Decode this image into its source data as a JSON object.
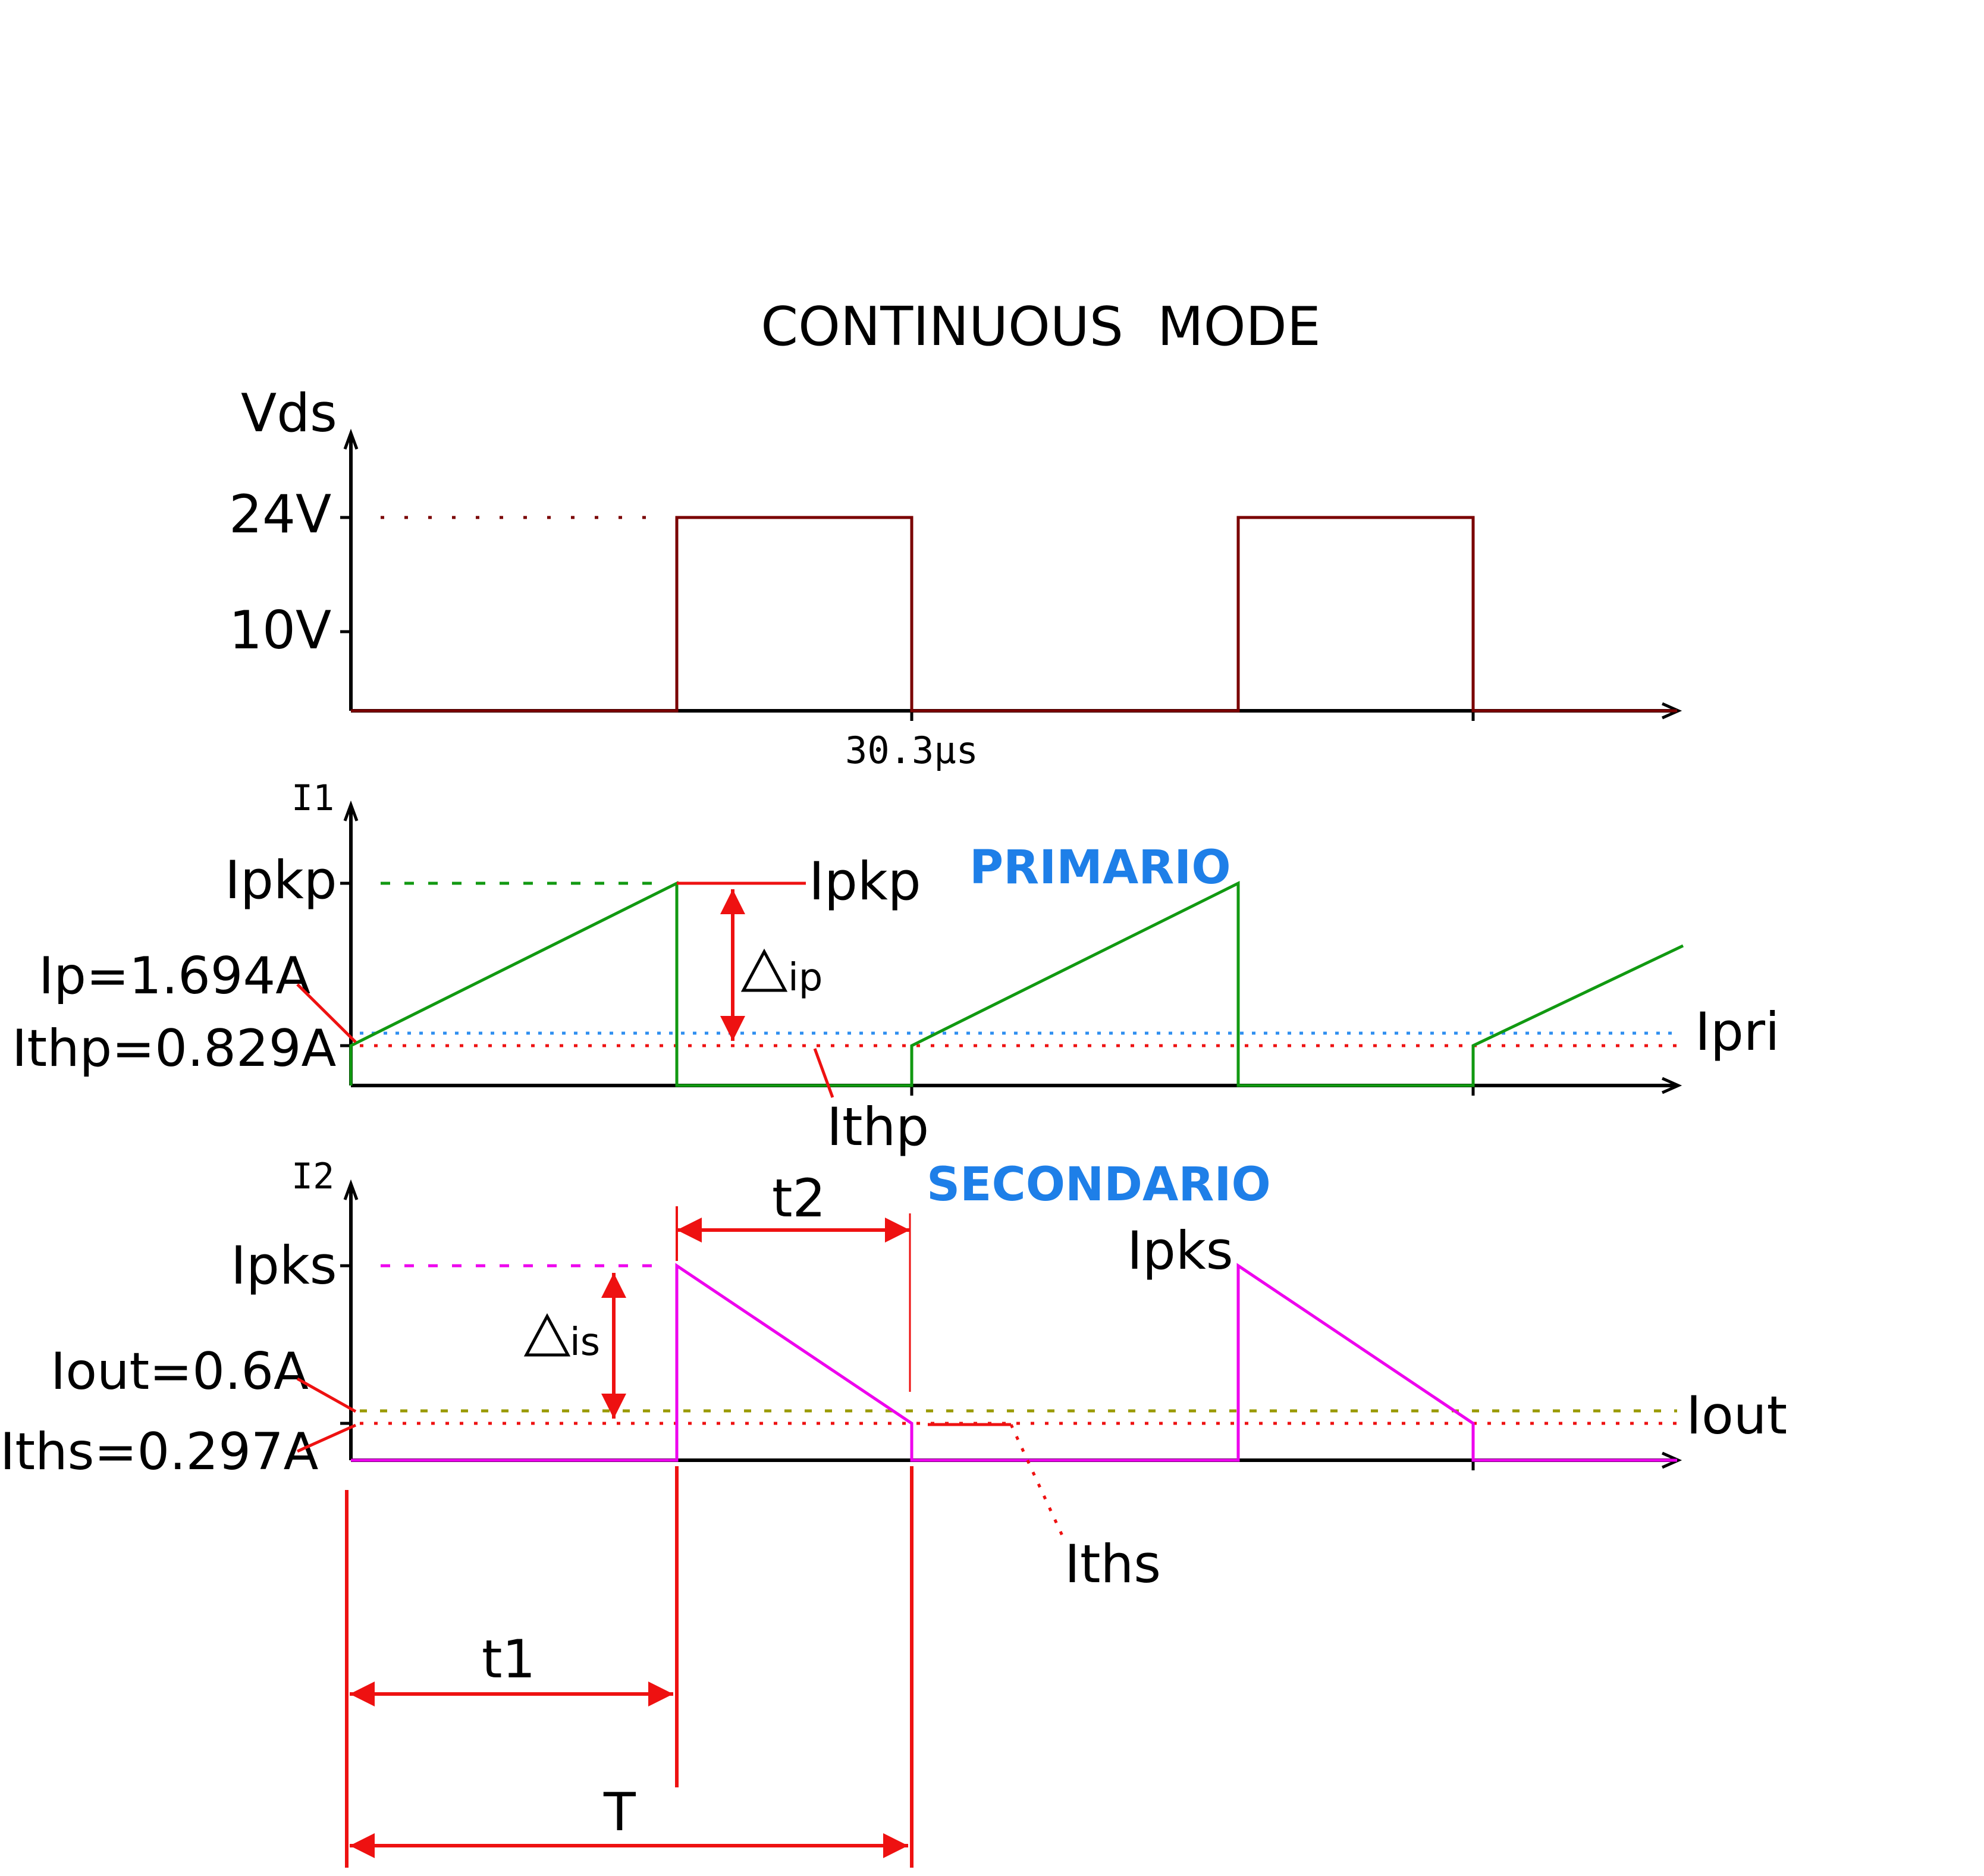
{
  "title": "CONTINUOUS  MODE",
  "colors": {
    "axis": "#000000",
    "vds": "#7a0000",
    "primary": "#119911",
    "secondary": "#ee00ee",
    "annotation": "#ee1111",
    "blue_label": "#1e7fe8",
    "iout_line": "#9a9a00",
    "ipri_line": "#2f8ff0"
  },
  "vds_panel": {
    "axis_label": "Vds",
    "level_24": "24V",
    "level_10": "10V",
    "time_mark": "30.3µs"
  },
  "primary_panel": {
    "axis_label": "I1",
    "ipkp_left": "Ipkp",
    "ipkp_right": "Ipkp",
    "ip_value": "Ip=1.694A",
    "ithp_value": "Ithp=0.829A",
    "delta_label": "ip",
    "section_label": "PRIMARIO",
    "ipri_label": "Ipri",
    "ithp_callout": "Ithp"
  },
  "secondary_panel": {
    "axis_label": "I2",
    "ipks_left": "Ipks",
    "ipks_right": "Ipks",
    "iout_value": "Iout=0.6A",
    "iths_value": "Iths=0.297A",
    "delta_label": "is",
    "section_label": "SECONDARIO",
    "t2_label": "t2",
    "iout_label": "Iout",
    "iths_callout": "Iths"
  },
  "timing": {
    "t1_label": "t1",
    "period_label": "T"
  }
}
